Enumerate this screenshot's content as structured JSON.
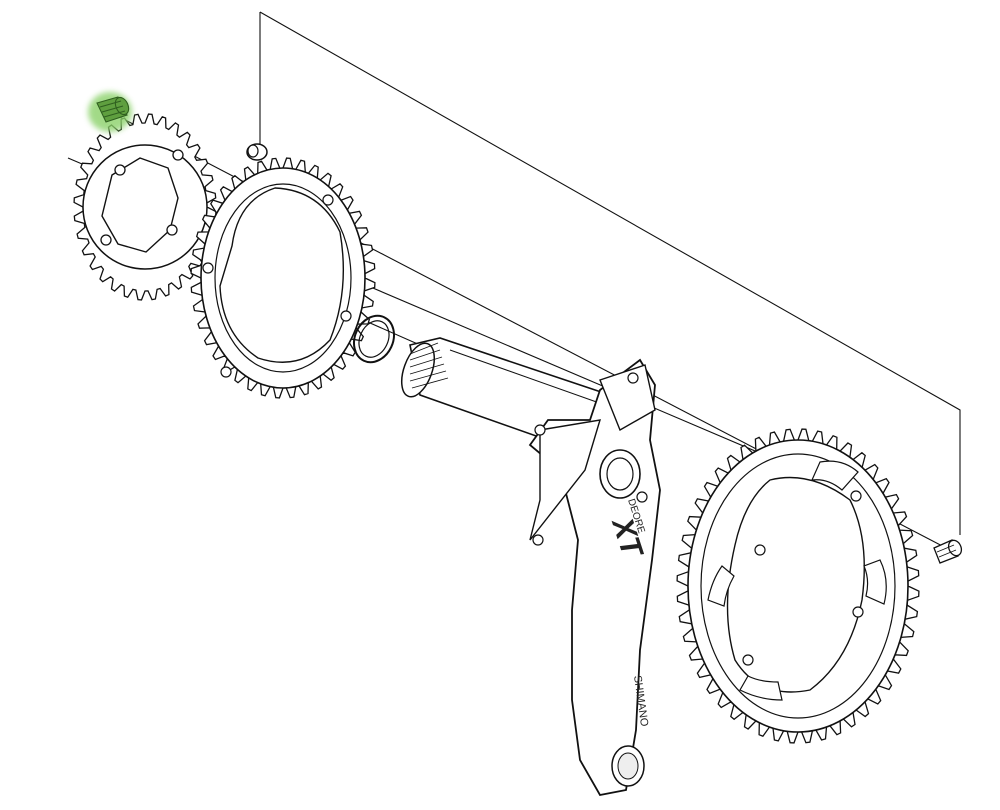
{
  "diagram": {
    "kind": "exploded-parts-view",
    "colors": {
      "background": "#ffffff",
      "line": "#111111",
      "highlight": "#8bd16b",
      "highlight_part": "#5f9f3f"
    },
    "crank_arm": {
      "brand_text": "SHIMANO",
      "series_text": "DEORE",
      "model_text": "XT"
    },
    "parts": [
      {
        "name": "chainring-fixing-bolt-inner",
        "highlighted": true
      },
      {
        "name": "small-chainring",
        "highlighted": false
      },
      {
        "name": "chainring-nut",
        "highlighted": false
      },
      {
        "name": "middle-chainring",
        "highlighted": false
      },
      {
        "name": "spacer-ring",
        "highlighted": false
      },
      {
        "name": "crank-axle",
        "highlighted": false
      },
      {
        "name": "right-crank-arm",
        "highlighted": false
      },
      {
        "name": "large-chainring",
        "highlighted": false
      },
      {
        "name": "chainring-fixing-bolt-outer",
        "highlighted": false
      }
    ]
  }
}
